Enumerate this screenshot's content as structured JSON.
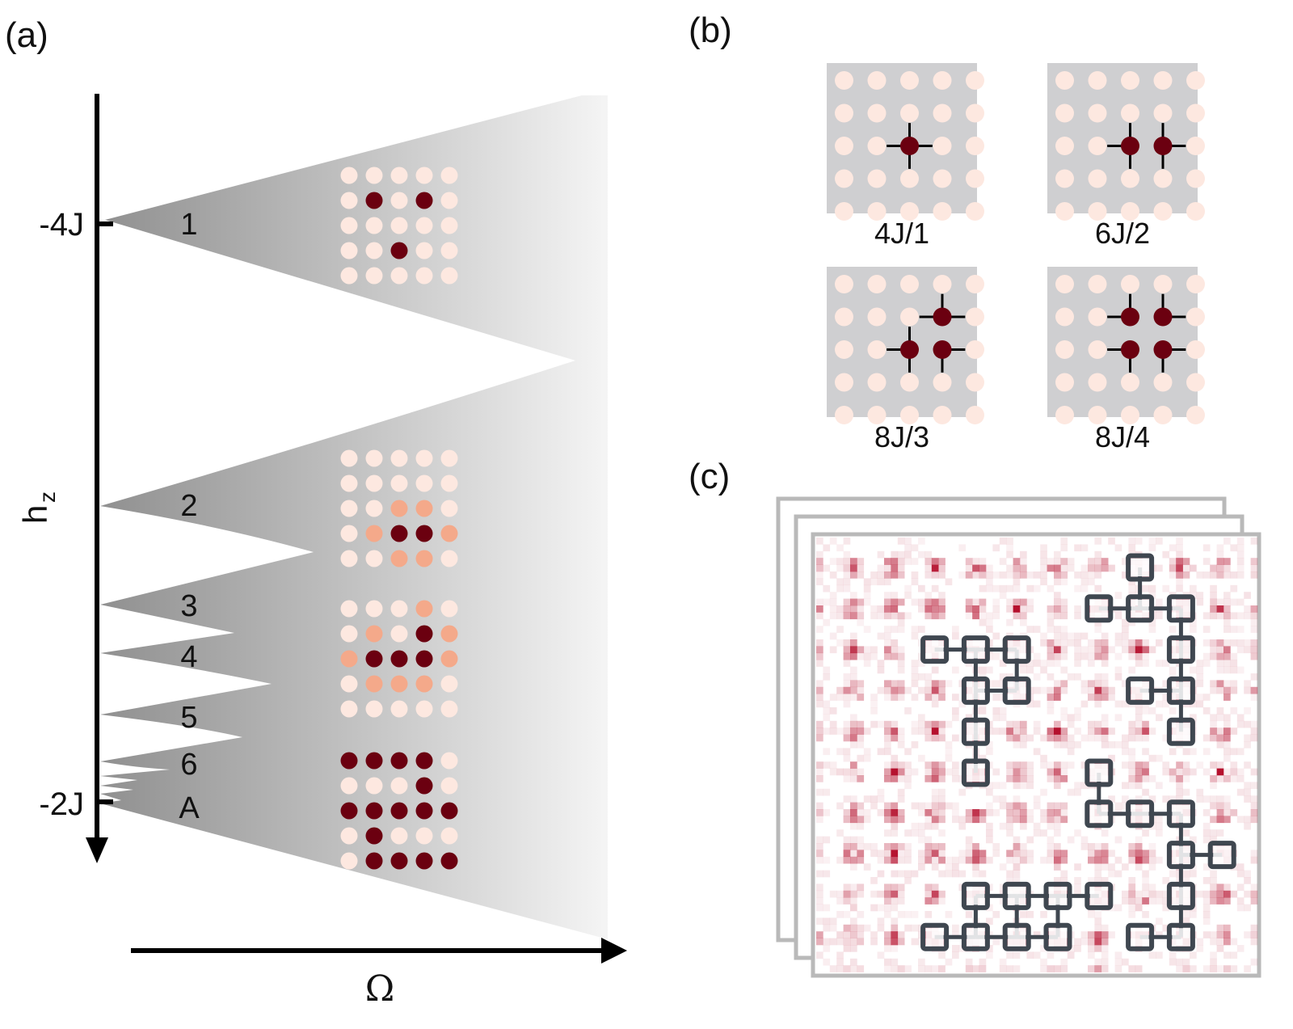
{
  "panels": {
    "a": {
      "label": "(a)",
      "y_axis_label": "h",
      "y_axis_subscript": "z",
      "x_axis_label": "Ω",
      "y_ticks": [
        "-4J",
        "-2J"
      ],
      "bands": [
        "1",
        "2",
        "3",
        "4",
        "5",
        "6",
        "A"
      ],
      "configs": [
        {
          "name": "band-1",
          "grid": [
            "00000",
            "01010",
            "00000",
            "00100",
            "00000"
          ]
        },
        {
          "name": "band-2",
          "grid": [
            "00000",
            "00000",
            "00220",
            "02112",
            "00220"
          ]
        },
        {
          "name": "band-3-4",
          "grid": [
            "00020",
            "02012",
            "21112",
            "02220",
            "00000"
          ]
        },
        {
          "name": "band-A",
          "grid": [
            "11110",
            "00010",
            "11111",
            "01000",
            "01111"
          ]
        }
      ]
    },
    "b": {
      "label": "(b)",
      "items": [
        {
          "caption": "4J/1",
          "sites": [
            [
              2,
              2
            ]
          ]
        },
        {
          "caption": "6J/2",
          "sites": [
            [
              2,
              2
            ],
            [
              3,
              2
            ]
          ]
        },
        {
          "caption": "8J/3",
          "sites": [
            [
              3,
              1
            ],
            [
              2,
              2
            ],
            [
              3,
              2
            ]
          ]
        },
        {
          "caption": "8J/4",
          "sites": [
            [
              2,
              1
            ],
            [
              3,
              1
            ],
            [
              2,
              2
            ],
            [
              3,
              2
            ]
          ]
        }
      ]
    },
    "c": {
      "label": "(c)",
      "clusters": [
        {
          "nodes": [
            [
              7,
              0
            ],
            [
              6,
              1
            ],
            [
              7,
              1
            ],
            [
              8,
              1
            ],
            [
              8,
              2
            ],
            [
              7,
              3
            ],
            [
              8,
              3
            ],
            [
              8,
              4
            ]
          ],
          "edges": [
            [
              [
                7,
                0
              ],
              [
                7,
                1
              ]
            ],
            [
              [
                6,
                1
              ],
              [
                7,
                1
              ]
            ],
            [
              [
                7,
                1
              ],
              [
                8,
                1
              ]
            ],
            [
              [
                8,
                1
              ],
              [
                8,
                2
              ]
            ],
            [
              [
                8,
                2
              ],
              [
                8,
                3
              ]
            ],
            [
              [
                7,
                3
              ],
              [
                8,
                3
              ]
            ],
            [
              [
                8,
                3
              ],
              [
                8,
                4
              ]
            ]
          ]
        },
        {
          "nodes": [
            [
              2,
              2
            ],
            [
              3,
              2
            ],
            [
              4,
              2
            ],
            [
              3,
              3
            ],
            [
              4,
              3
            ],
            [
              3,
              4
            ],
            [
              3,
              5
            ]
          ],
          "edges": [
            [
              [
                2,
                2
              ],
              [
                3,
                2
              ]
            ],
            [
              [
                3,
                2
              ],
              [
                4,
                2
              ]
            ],
            [
              [
                3,
                2
              ],
              [
                3,
                3
              ]
            ],
            [
              [
                4,
                2
              ],
              [
                4,
                3
              ]
            ],
            [
              [
                3,
                3
              ],
              [
                4,
                3
              ]
            ],
            [
              [
                3,
                3
              ],
              [
                3,
                4
              ]
            ],
            [
              [
                3,
                4
              ],
              [
                3,
                5
              ]
            ]
          ]
        },
        {
          "nodes": [
            [
              6,
              5
            ],
            [
              6,
              6
            ],
            [
              7,
              6
            ],
            [
              8,
              6
            ],
            [
              8,
              7
            ],
            [
              9,
              7
            ],
            [
              8,
              8
            ],
            [
              8,
              9
            ],
            [
              7,
              9
            ]
          ],
          "edges": [
            [
              [
                6,
                5
              ],
              [
                6,
                6
              ]
            ],
            [
              [
                6,
                6
              ],
              [
                7,
                6
              ]
            ],
            [
              [
                7,
                6
              ],
              [
                8,
                6
              ]
            ],
            [
              [
                8,
                6
              ],
              [
                8,
                7
              ]
            ],
            [
              [
                8,
                7
              ],
              [
                9,
                7
              ]
            ],
            [
              [
                8,
                7
              ],
              [
                8,
                8
              ]
            ],
            [
              [
                8,
                8
              ],
              [
                8,
                9
              ]
            ],
            [
              [
                7,
                9
              ],
              [
                8,
                9
              ]
            ]
          ]
        },
        {
          "nodes": [
            [
              3,
              8
            ],
            [
              4,
              8
            ],
            [
              5,
              8
            ],
            [
              6,
              8
            ],
            [
              2,
              9
            ],
            [
              3,
              9
            ],
            [
              4,
              9
            ],
            [
              5,
              9
            ]
          ],
          "edges": [
            [
              [
                3,
                8
              ],
              [
                4,
                8
              ]
            ],
            [
              [
                4,
                8
              ],
              [
                5,
                8
              ]
            ],
            [
              [
                5,
                8
              ],
              [
                6,
                8
              ]
            ],
            [
              [
                3,
                8
              ],
              [
                3,
                9
              ]
            ],
            [
              [
                4,
                8
              ],
              [
                4,
                9
              ]
            ],
            [
              [
                5,
                8
              ],
              [
                5,
                9
              ]
            ],
            [
              [
                2,
                9
              ],
              [
                3,
                9
              ]
            ],
            [
              [
                3,
                9
              ],
              [
                4,
                9
              ]
            ],
            [
              [
                4,
                9
              ],
              [
                5,
                9
              ]
            ]
          ]
        }
      ]
    }
  },
  "colors": {
    "excited": "#6b0010",
    "partial": "#f4a98a",
    "ground": "#fde8e0",
    "tile_bg": "#cfcfd1",
    "cluster_stroke": "#3f4750",
    "heatmap": "#b5112e",
    "frame": "#b9b9b9"
  }
}
